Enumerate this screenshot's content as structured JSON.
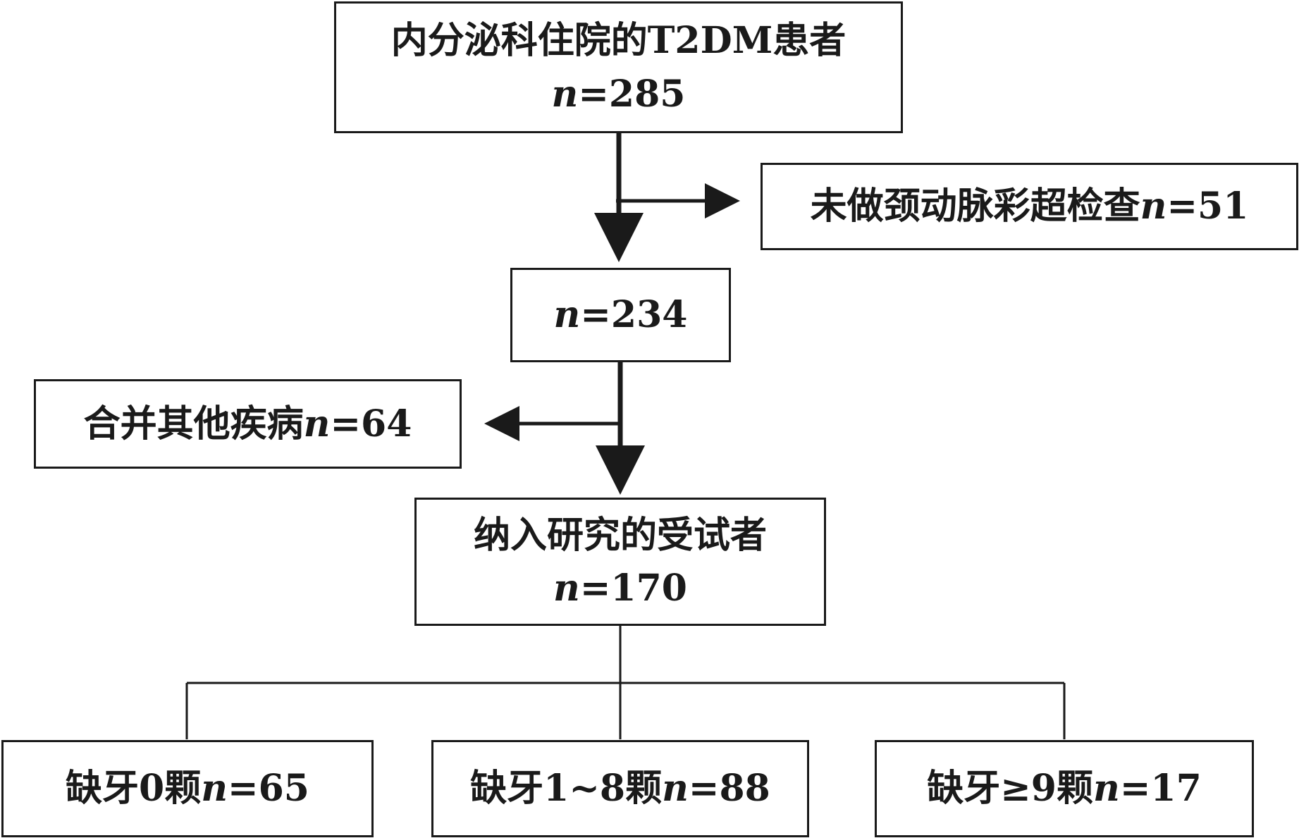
{
  "flowchart": {
    "top": {
      "title": "内分泌科住院的T2DM患者",
      "n_label": "n",
      "n_value": "=285"
    },
    "exclusion_1": {
      "label": "未做颈动脉彩超检查",
      "n_label": "n",
      "n_value": "=51"
    },
    "middle": {
      "n_label": "n",
      "n_value": "=234"
    },
    "exclusion_2": {
      "label": "合并其他疾病",
      "n_label": "n",
      "n_value": "=64"
    },
    "included": {
      "title": "纳入研究的受试者",
      "n_label": "n",
      "n_value": "=170"
    },
    "groups": [
      {
        "label": "缺牙0颗",
        "n_label": "n",
        "n_value": "=65"
      },
      {
        "label": "缺牙1~8颗",
        "n_label": "n",
        "n_value": "=88"
      },
      {
        "label": "缺牙≥9颗",
        "n_label": "n",
        "n_value": "=17"
      }
    ]
  },
  "colors": {
    "stroke": "#1a1a1a",
    "background": "#ffffff"
  }
}
